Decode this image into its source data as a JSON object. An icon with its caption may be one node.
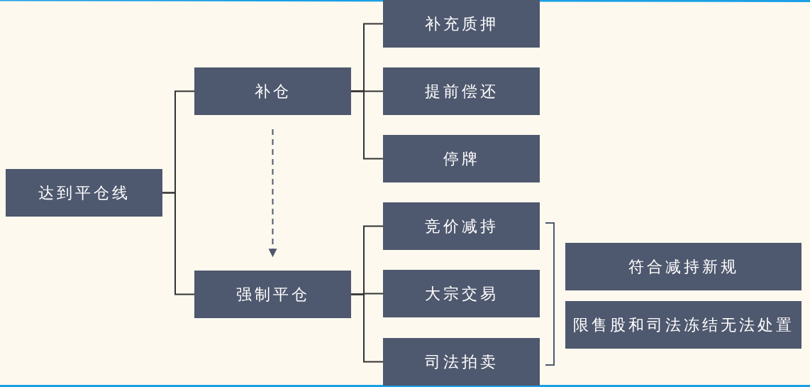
{
  "diagram": {
    "nodes": [
      {
        "text": [
          "达到平仓线"
        ]
      },
      {
        "text": [
          "补仓"
        ]
      },
      {
        "text": [
          "强制平仓"
        ]
      },
      {
        "text": [
          "补充质押"
        ]
      },
      {
        "text": [
          "提前偿还"
        ]
      },
      {
        "text": [
          "停牌"
        ]
      },
      {
        "text": [
          "竞价减持"
        ]
      },
      {
        "text": [
          "大宗交易"
        ]
      },
      {
        "text": [
          "司法拍卖"
        ]
      },
      {
        "text": [
          "符合减持新规"
        ]
      },
      {
        "text": [
          "限售股和司法冻结无法处置"
        ]
      }
    ],
    "edges": [
      {
        "from": 0,
        "to": 1,
        "arrow": "none"
      },
      {
        "from": 0,
        "to": 2,
        "arrow": "none"
      },
      {
        "from": 1,
        "to": 3,
        "arrow": "none"
      },
      {
        "from": 1,
        "to": 4,
        "arrow": "none"
      },
      {
        "from": 1,
        "to": 5,
        "arrow": "none"
      },
      {
        "from": 2,
        "to": 6,
        "arrow": "none"
      },
      {
        "from": 2,
        "to": 7,
        "arrow": "none"
      },
      {
        "from": 2,
        "to": 8,
        "arrow": "none"
      },
      {
        "from": 1,
        "to": 2,
        "arrow": "to",
        "style": "dashed",
        "color": "#4e586e"
      }
    ]
  }
}
